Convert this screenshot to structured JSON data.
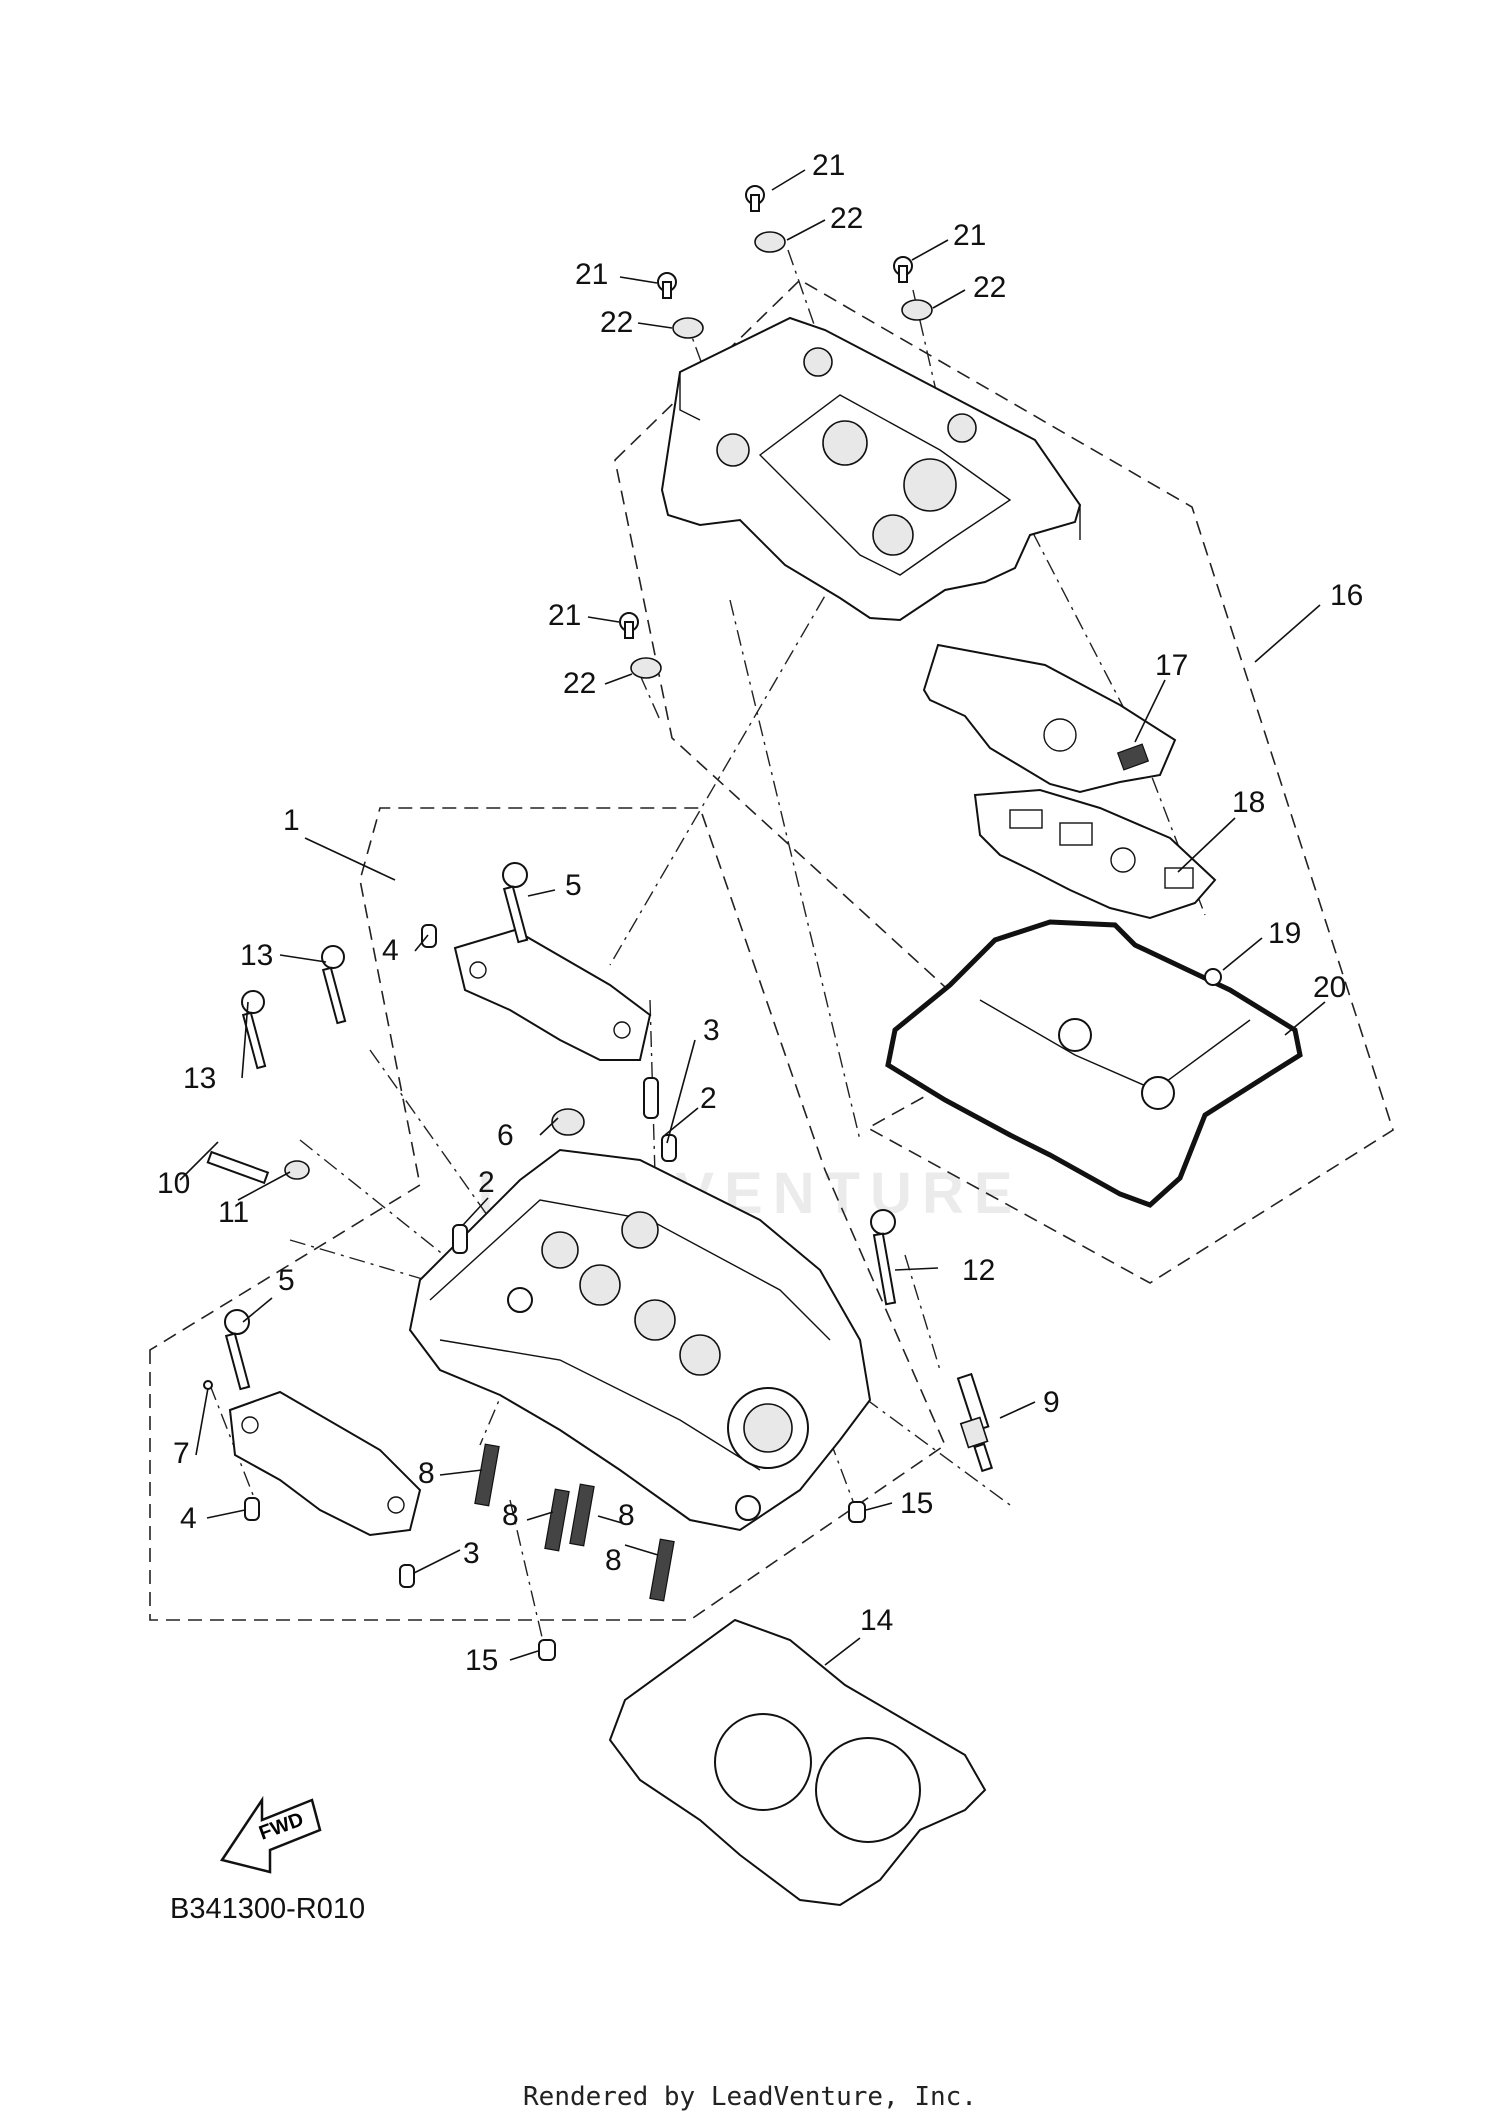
{
  "callouts": {
    "c1": "1",
    "c2a": "2",
    "c2b": "2",
    "c3a": "3",
    "c3b": "3",
    "c4a": "4",
    "c4b": "4",
    "c5a": "5",
    "c5b": "5",
    "c6": "6",
    "c7": "7",
    "c8a": "8",
    "c8b": "8",
    "c8c": "8",
    "c8d": "8",
    "c9": "9",
    "c10": "10",
    "c11": "11",
    "c12": "12",
    "c13a": "13",
    "c13b": "13",
    "c14": "14",
    "c15a": "15",
    "c15b": "15",
    "c16": "16",
    "c17": "17",
    "c18": "18",
    "c19": "19",
    "c20": "20",
    "c21a": "21",
    "c21b": "21",
    "c21c": "21",
    "c21d": "21",
    "c22a": "22",
    "c22b": "22",
    "c22c": "22",
    "c22d": "22"
  },
  "fwd_label": "FWD",
  "figure_code": "B341300-R010",
  "watermark": "LEADVENTURE",
  "footer": "Rendered by LeadVenture, Inc."
}
